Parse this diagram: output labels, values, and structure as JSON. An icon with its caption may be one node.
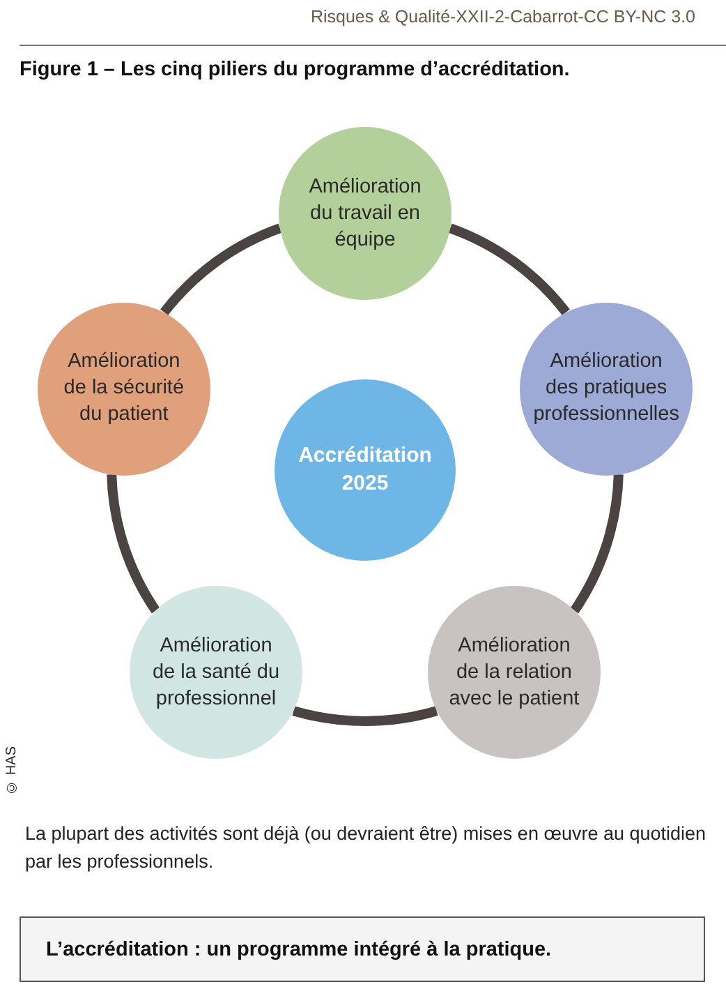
{
  "diagram": {
    "title": "Figure 1 – Les cinq piliers du programme d’accréditation.",
    "nodes": [
      {
        "text": [
          "Amélioration du travail en équipe"
        ]
      },
      {
        "text": [
          "Amélioration de la sécurité du patient"
        ]
      },
      {
        "text": [
          "Accréditation 2025"
        ]
      },
      {
        "text": [
          "Amélioration des pratiques professionnelles"
        ]
      },
      {
        "text": [
          "Amélioration de la santé du professionnel"
        ]
      },
      {
        "text": [
          "Amélioration de la relation avec le patient"
        ]
      },
      {
        "text": [
          "L’accréditation : un programme intégré à la pratique."
        ]
      }
    ],
    "edges": [
      {
        "from": 0,
        "to": 3,
        "arrow": "none"
      },
      {
        "from": 3,
        "to": 5,
        "arrow": "none"
      },
      {
        "from": 5,
        "to": 4,
        "arrow": "none"
      },
      {
        "from": 4,
        "to": 1,
        "arrow": "none"
      },
      {
        "from": 1,
        "to": 0,
        "arrow": "none"
      }
    ],
    "labels": [
      "Risques & Qualité-XXII-2-Cabarrot-CC BY-NC 3.0",
      "© HAS",
      "La plupart des activités sont déjà (ou devraient être) mises en œuvre au quotidien par les professionnels."
    ]
  }
}
